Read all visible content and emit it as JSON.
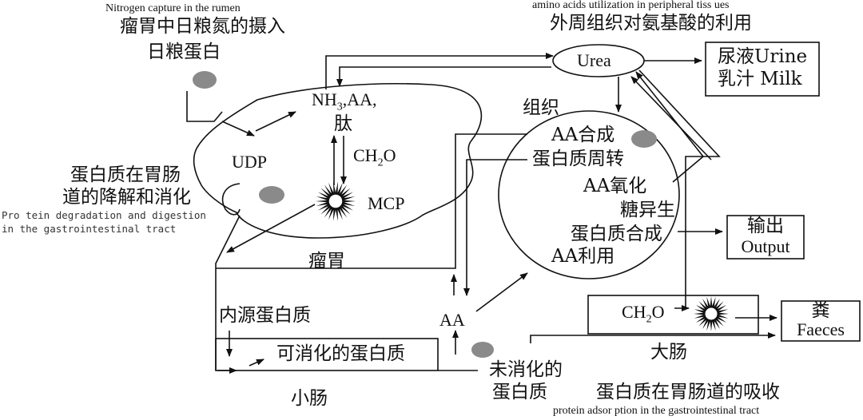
{
  "header_left": {
    "english": "Nitrogen capture in the rumen",
    "chinese_line1": "瘤胃中日粮氮的摄入",
    "chinese_line2": "日粮蛋白"
  },
  "header_right": {
    "english": "amino acids utilization in peripheral tiss ues",
    "chinese": "外周组织对氨基酸的利用"
  },
  "rumen": {
    "nitrogen_label": "NH",
    "nitrogen_sub": "3",
    "aa_label": ",AA,",
    "peptide_label": "肽",
    "udp_label": "UDP",
    "ch2o_c": "CH",
    "ch2o_sub": "2",
    "ch2o_o": "O",
    "mcp_label": "MCP",
    "name": "瘤胃"
  },
  "degradation": {
    "chinese_line1": "蛋白质在胃肠",
    "chinese_line2": "道的降解和消化",
    "english_line1": "Pro tein degradation and digestion",
    "english_line2": "in the gastrointestinal tract"
  },
  "urea": {
    "label": "Urea"
  },
  "outputs_urine": {
    "line1": "尿液Urine",
    "line2": "乳汁 Milk"
  },
  "tissue": {
    "title": "组织",
    "items": [
      "AA合成",
      "蛋白质周转",
      "AA氧化",
      "糖异生",
      "蛋白质合成",
      "AA利用"
    ]
  },
  "output_box": {
    "line1": "输出",
    "line2": "Output"
  },
  "small_intestine": {
    "endogenous": "内源蛋白质",
    "digestible": "可消化的蛋白质",
    "name": "小肠"
  },
  "aa_pool": {
    "label": "AA"
  },
  "undigested": {
    "line1": "未消化的",
    "line2": "蛋白质"
  },
  "large_intestine": {
    "ch2o_c": "CH",
    "ch2o_sub": "2",
    "ch2o_o": "O",
    "name": "大肠"
  },
  "faeces": {
    "line1": "粪",
    "line2": "Faeces"
  },
  "footer": {
    "chinese": "蛋白质在胃肠道的吸收",
    "english": "protein adsor ption in the gastrointestinal tract"
  },
  "colors": {
    "stroke": "#111111",
    "marker": "#8a8a8a",
    "background": "#ffffff"
  }
}
